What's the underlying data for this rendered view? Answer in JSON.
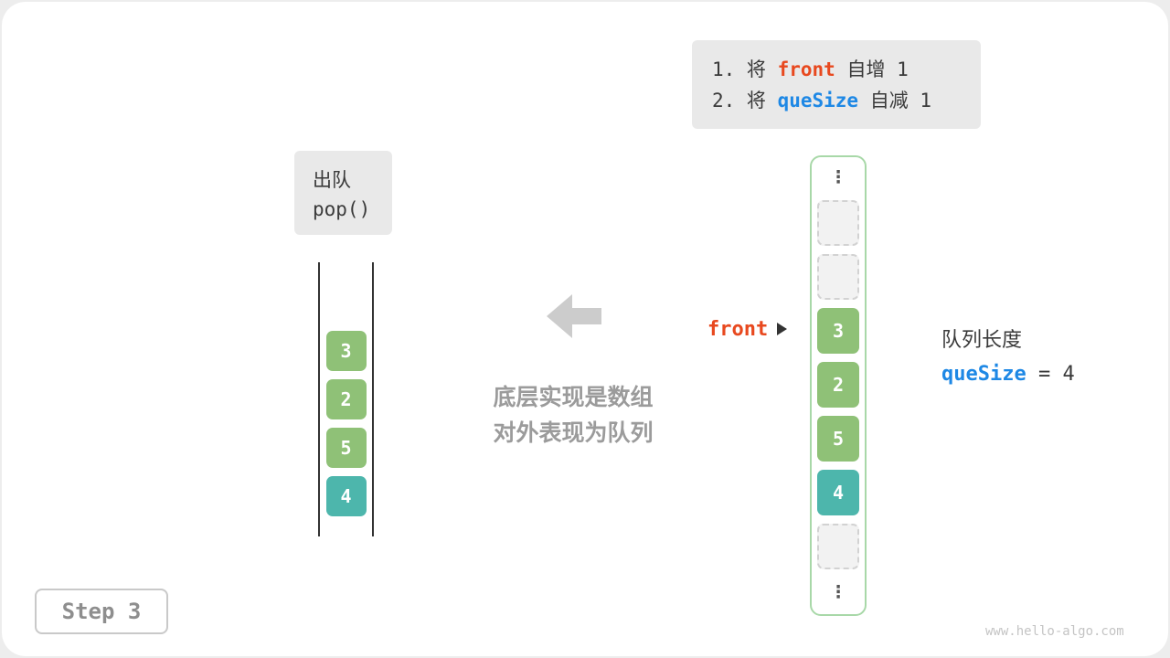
{
  "note": {
    "line1": {
      "prefix": "1. 将 ",
      "code": "front",
      "suffix": " 自增 1"
    },
    "line2": {
      "prefix": "2. 将 ",
      "code": "queSize",
      "suffix": " 自减 1"
    }
  },
  "operation": {
    "title": "出队",
    "method": "pop()"
  },
  "queue": {
    "cells": [
      {
        "value": "3",
        "type": "filled"
      },
      {
        "value": "2",
        "type": "filled"
      },
      {
        "value": "5",
        "type": "filled"
      },
      {
        "value": "4",
        "type": "highlight"
      }
    ]
  },
  "caption": {
    "line1": "底层实现是数组",
    "line2": "对外表现为队列"
  },
  "array": {
    "top_ellipsis": "⋮",
    "bottom_ellipsis": "⋮",
    "cells": [
      {
        "value": "",
        "type": "empty"
      },
      {
        "value": "",
        "type": "empty"
      },
      {
        "value": "3",
        "type": "filled"
      },
      {
        "value": "2",
        "type": "filled"
      },
      {
        "value": "5",
        "type": "filled"
      },
      {
        "value": "4",
        "type": "highlight"
      },
      {
        "value": "",
        "type": "empty"
      }
    ]
  },
  "front_pointer": {
    "label": "front"
  },
  "queue_length": {
    "title": "队列长度",
    "code": "queSize",
    "suffix": " = 4"
  },
  "step": {
    "label": "Step 3"
  },
  "watermark": "www.hello-algo.com",
  "colors": {
    "cell_green": "#8FC177",
    "cell_teal": "#4DB6AC",
    "code_orange": "#E8491F",
    "code_blue": "#1E88E5",
    "array_border": "#A8D8A8"
  }
}
